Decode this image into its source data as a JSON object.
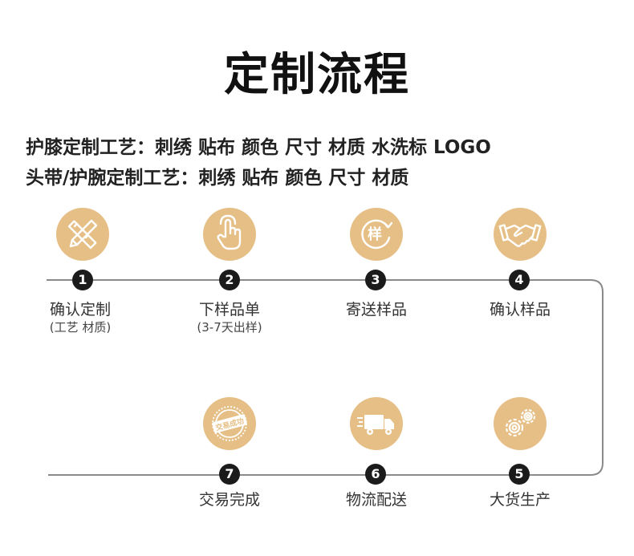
{
  "title": "定制流程",
  "info_line1": "护膝定制工艺：刺绣 贴布 颜色 尺寸 材质 水洗标 LOGO",
  "info_line2": "头带/护腕定制工艺：刺绣 贴布 颜色 尺寸 材质",
  "colors": {
    "accent": "#e6bf86",
    "badge": "#1b1b1b",
    "line": "#8a8a8a"
  },
  "steps": [
    {
      "num": "1",
      "label": "确认定制",
      "sub": "(工艺 材质)",
      "icon": "pencil-ruler-icon"
    },
    {
      "num": "2",
      "label": "下样品单",
      "sub": "(3-7天出样)",
      "icon": "hand-pointer-icon"
    },
    {
      "num": "3",
      "label": "寄送样品",
      "sub": "",
      "icon": "sample-badge-icon",
      "icon_text": "样"
    },
    {
      "num": "4",
      "label": "确认样品",
      "sub": "",
      "icon": "handshake-icon"
    },
    {
      "num": "5",
      "label": "大货生产",
      "sub": "",
      "icon": "gears-icon"
    },
    {
      "num": "6",
      "label": "物流配送",
      "sub": "",
      "icon": "delivery-truck-icon"
    },
    {
      "num": "7",
      "label": "交易完成",
      "sub": "",
      "icon": "deal-stamp-icon",
      "icon_text": "交易成功"
    }
  ]
}
